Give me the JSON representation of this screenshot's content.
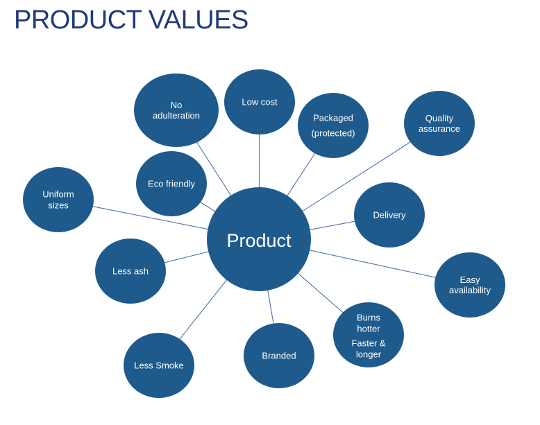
{
  "title": "PRODUCT VALUES",
  "center": {
    "label": "Product"
  },
  "nodes": [
    {
      "id": "no-adulteration",
      "lines": [
        "No",
        "adulteration"
      ]
    },
    {
      "id": "low-cost",
      "lines": [
        "Low cost"
      ]
    },
    {
      "id": "packaged",
      "lines": [
        "Packaged",
        "(protected)"
      ]
    },
    {
      "id": "quality-assurance",
      "lines": [
        "Quality",
        "assurance"
      ]
    },
    {
      "id": "eco-friendly",
      "lines": [
        "Eco friendly"
      ]
    },
    {
      "id": "uniform-sizes",
      "lines": [
        "Uniform",
        "sizes"
      ]
    },
    {
      "id": "delivery",
      "lines": [
        "Delivery"
      ]
    },
    {
      "id": "less-ash",
      "lines": [
        "Less ash"
      ]
    },
    {
      "id": "easy-availability",
      "lines": [
        "Easy",
        "availability"
      ]
    },
    {
      "id": "burns-hotter",
      "lines": [
        "Burns",
        "hotter",
        "Faster &",
        "longer"
      ]
    },
    {
      "id": "branded",
      "lines": [
        "Branded"
      ]
    },
    {
      "id": "less-smoke",
      "lines": [
        "Less Smoke"
      ]
    }
  ],
  "colors": {
    "title": "#1f3a7a",
    "node_fill": "#1e5a8c",
    "connector": "#4a74a8"
  }
}
